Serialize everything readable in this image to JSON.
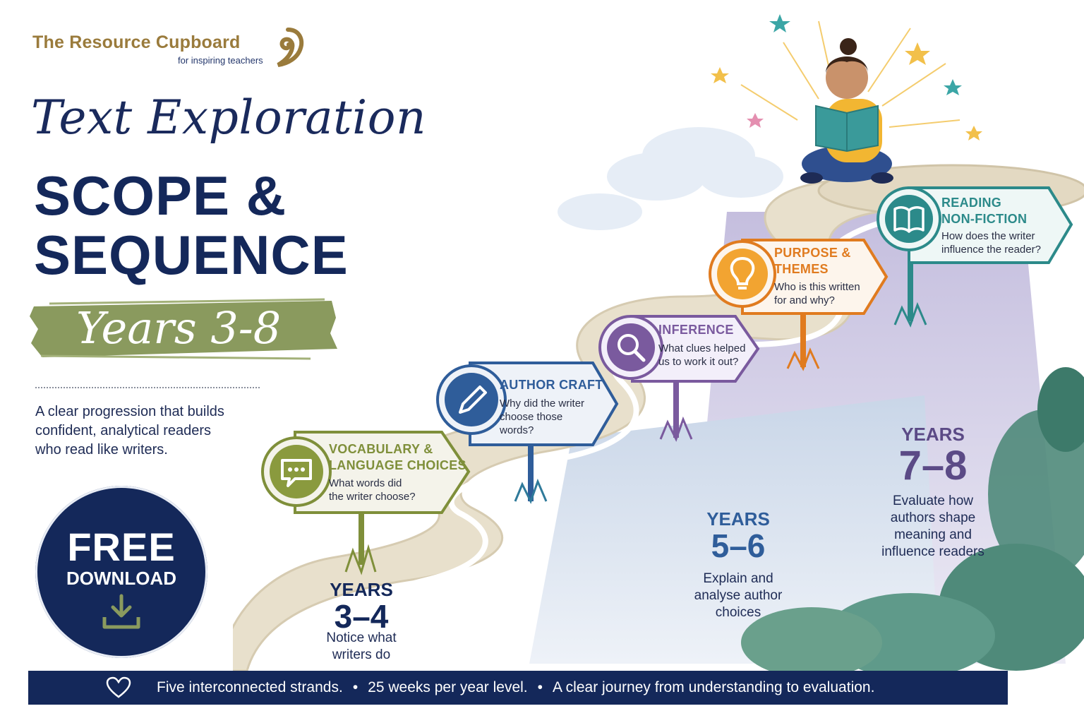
{
  "brand": {
    "name": "The Resource Cupboard",
    "tagline": "for inspiring teachers",
    "logo_icon": "spiral-shell-icon"
  },
  "header": {
    "script_title": "Text Exploration",
    "title_line1": "SCOPE &",
    "title_line2": "SEQUENCE",
    "years_banner": "Years 3-8"
  },
  "intro_text": "A clear progression that builds confident, analytical readers who read like writers.",
  "cta": {
    "line1": "FREE",
    "line2": "DOWNLOAD",
    "icon": "download-icon"
  },
  "strands": [
    {
      "title1": "VOCABULARY &",
      "title2": "LANGUAGE CHOICES",
      "q1": "What words did",
      "q2": "the writer choose?",
      "q3": "",
      "icon": "speech-bubble-icon",
      "color": "#7f8f3a"
    },
    {
      "title1": "AUTHOR CRAFT",
      "title2": "",
      "q1": "Why did the writer",
      "q2": "choose those",
      "q3": "words?",
      "icon": "pencil-icon",
      "color": "#2f5d9a"
    },
    {
      "title1": "INFERENCE",
      "title2": "",
      "q1": "What clues helped",
      "q2": "us to work it out?",
      "q3": "",
      "icon": "magnifier-icon",
      "color": "#7a5a9e"
    },
    {
      "title1": "PURPOSE &",
      "title2": "THEMES",
      "q1": "Who is this written",
      "q2": "for and why?",
      "q3": "",
      "icon": "lightbulb-icon",
      "color": "#e07b1f"
    },
    {
      "title1": "READING",
      "title2": "NON-FICTION",
      "q1": "How does the writer",
      "q2": "influence the reader?",
      "q3": "",
      "icon": "open-book-icon",
      "color": "#2c8a8a"
    }
  ],
  "stages": [
    {
      "label": "YEARS",
      "range": "3–4",
      "desc1": "Notice what",
      "desc2": "writers do",
      "desc3": "",
      "color": "#14285a"
    },
    {
      "label": "YEARS",
      "range": "5–6",
      "desc1": "Explain and",
      "desc2": "analyse author",
      "desc3": "choices",
      "color": "#2f5d9a"
    },
    {
      "label": "YEARS",
      "range": "7–8",
      "desc1": "Evaluate how",
      "desc2": "authors shape",
      "desc3": "meaning and",
      "desc4": "influence readers",
      "color": "#5b4a86"
    }
  ],
  "footer": {
    "icon": "heart-icon",
    "item1": "Five interconnected strands.",
    "item2": "25 weeks per year level.",
    "item3": "A clear journey from understanding to evaluation.",
    "separator": "•"
  }
}
